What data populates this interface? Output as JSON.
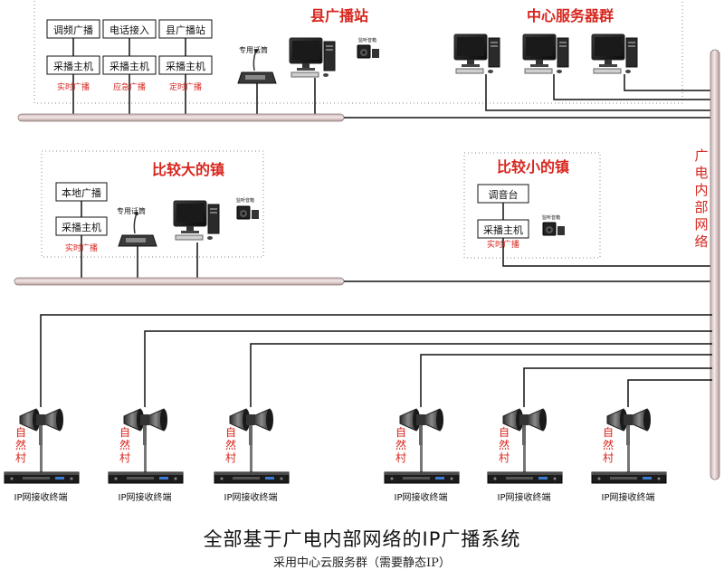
{
  "county": {
    "title": "县广播站",
    "boxes_top": [
      "调频广播",
      "电话接入",
      "县广播站"
    ],
    "boxes_host": [
      "采播主机",
      "采播主机",
      "采播主机"
    ],
    "red_labels": [
      "实时广播",
      "应急广播",
      "定时广播"
    ],
    "mic_label": "专用话筒",
    "speaker_label": "监听音箱"
  },
  "servers": {
    "title": "中心服务器群"
  },
  "big_town": {
    "title": "比较大的镇",
    "box_top": "本地广播",
    "box_host": "采播主机",
    "red_label": "实时广播",
    "mic_label": "专用话筒",
    "speaker_label": "监听音箱"
  },
  "small_town": {
    "title": "比较小的镇",
    "box_top": "调音台",
    "box_host": "采播主机",
    "red_label": "实时广播",
    "speaker_label": "监听音箱"
  },
  "network_label": "广电内部网络",
  "villages": [
    {
      "label": "自然村",
      "terminal": "IP网接收终端"
    },
    {
      "label": "自然村",
      "terminal": "IP网接收终端"
    },
    {
      "label": "自然村",
      "terminal": "IP网接收终端"
    },
    {
      "label": "自然村",
      "terminal": "IP网接收终端"
    },
    {
      "label": "自然村",
      "terminal": "IP网接收终端"
    },
    {
      "label": "自然村",
      "terminal": "IP网接收终端"
    }
  ],
  "caption": {
    "main": "全部基于广电内部网络的IP广播系统",
    "sub": "采用中心云服务群（需要静态IP）"
  },
  "colors": {
    "red": "#d7261e",
    "line": "#111111",
    "pipe": "#e9d6d6",
    "pipe_edge": "#8d7a7a"
  }
}
